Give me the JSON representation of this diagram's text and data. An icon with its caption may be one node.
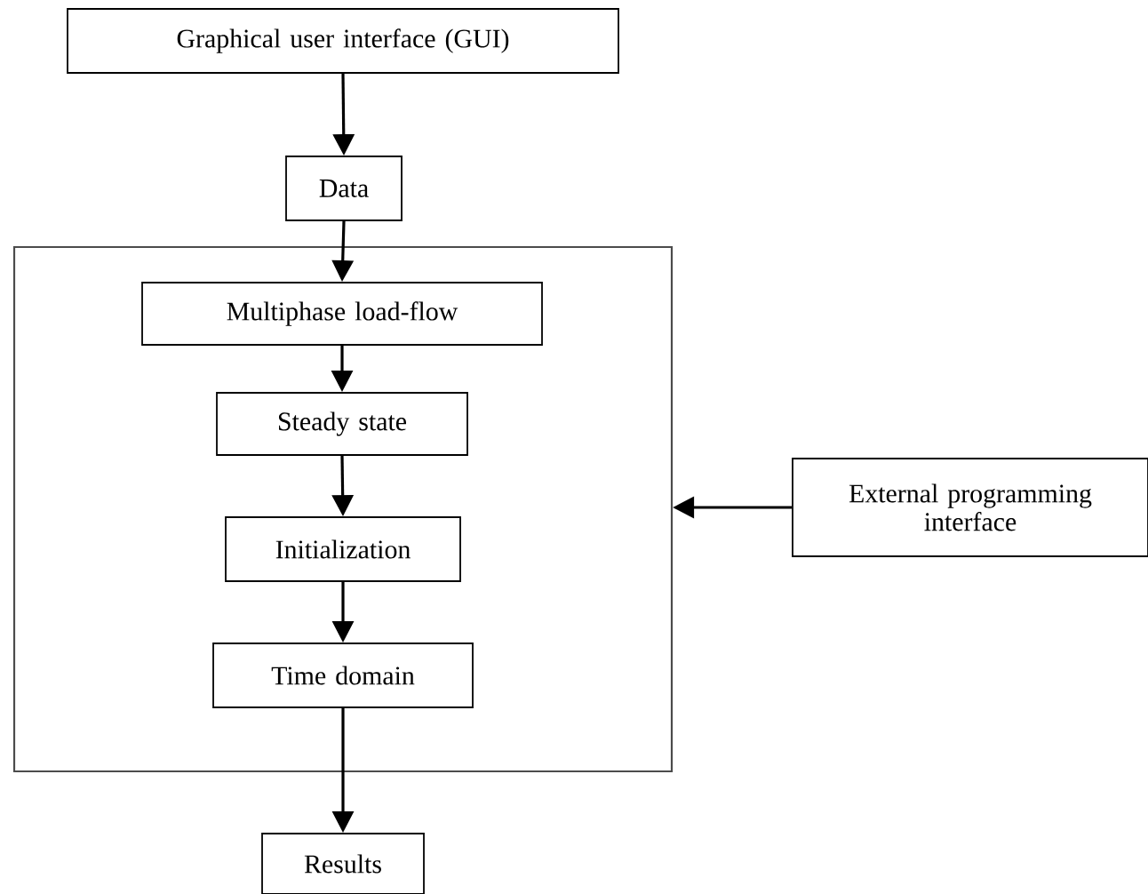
{
  "diagram": {
    "nodes": [
      {
        "text": [
          "Graphical user interface (GUI)"
        ]
      },
      {
        "text": [
          "Data"
        ]
      },
      {
        "text": [],
        "shape": "box"
      },
      {
        "text": [
          "Multiphase load-flow"
        ],
        "in": 2
      },
      {
        "text": [
          "Steady state"
        ],
        "in": 2
      },
      {
        "text": [
          "Initialization"
        ],
        "in": 2
      },
      {
        "text": [
          "Time domain"
        ],
        "in": 2
      },
      {
        "text": [
          "Results"
        ]
      },
      {
        "text": [
          "External programming interface"
        ]
      }
    ],
    "edges": [
      {
        "from": 0,
        "to": 1,
        "arrow": "to"
      },
      {
        "from": 1,
        "to": 3,
        "arrow": "to"
      },
      {
        "from": 3,
        "to": 4,
        "arrow": "to"
      },
      {
        "from": 4,
        "to": 5,
        "arrow": "to"
      },
      {
        "from": 5,
        "to": 6,
        "arrow": "to"
      },
      {
        "from": 6,
        "to": 7,
        "arrow": "to"
      },
      {
        "from": 8,
        "to": 2,
        "arrow": "to"
      }
    ]
  }
}
